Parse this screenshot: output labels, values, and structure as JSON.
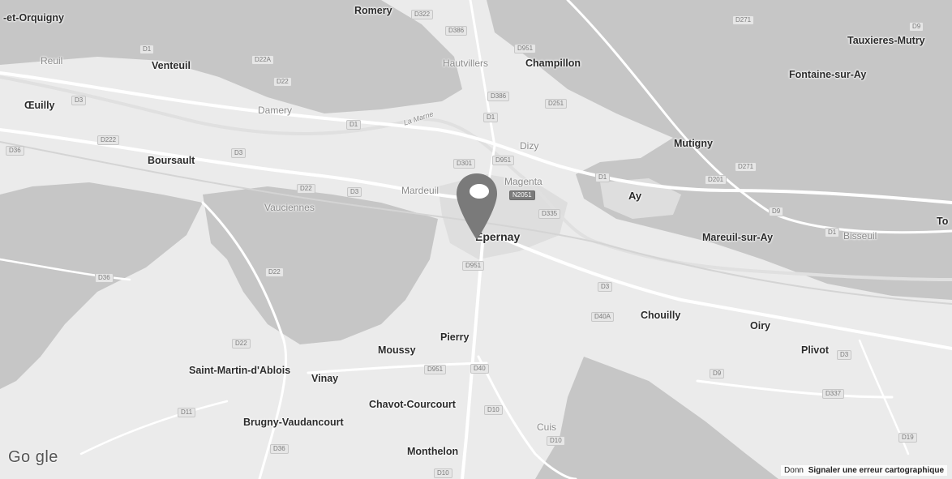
{
  "map": {
    "logo_text": "Go  gle",
    "footer_data_label": "Donn",
    "footer_report_label": "Signaler une erreur cartographique",
    "marker_location": "Epernay",
    "places": [
      {
        "id": "orquigny",
        "name": "-et-Orquigny"
      },
      {
        "id": "romery",
        "name": "Romery"
      },
      {
        "id": "tauxieres",
        "name": "Tauxieres-Mutry"
      },
      {
        "id": "reuil",
        "name": "Reuil"
      },
      {
        "id": "venteuil",
        "name": "Venteuil"
      },
      {
        "id": "hautvillers",
        "name": "Hautvillers"
      },
      {
        "id": "champillon",
        "name": "Champillon"
      },
      {
        "id": "fontaine",
        "name": "Fontaine-sur-Ay"
      },
      {
        "id": "oeuilly",
        "name": "Œuilly"
      },
      {
        "id": "damery",
        "name": "Damery"
      },
      {
        "id": "dizy",
        "name": "Dizy"
      },
      {
        "id": "mutigny",
        "name": "Mutigny"
      },
      {
        "id": "boursault",
        "name": "Boursault"
      },
      {
        "id": "magenta",
        "name": "Magenta"
      },
      {
        "id": "mardeuil",
        "name": "Mardeuil"
      },
      {
        "id": "ay",
        "name": "Ay"
      },
      {
        "id": "vauciennes",
        "name": "Vauciennes"
      },
      {
        "id": "epernay",
        "name": "Epernay"
      },
      {
        "id": "mareuil",
        "name": "Mareuil-sur-Ay"
      },
      {
        "id": "bisseuil",
        "name": "Bisseuil"
      },
      {
        "id": "to",
        "name": "To"
      },
      {
        "id": "chouilly",
        "name": "Chouilly"
      },
      {
        "id": "oiry",
        "name": "Oiry"
      },
      {
        "id": "pierry",
        "name": "Pierry"
      },
      {
        "id": "moussy",
        "name": "Moussy"
      },
      {
        "id": "plivot",
        "name": "Plivot"
      },
      {
        "id": "saintmartin",
        "name": "Saint-Martin-d'Ablois"
      },
      {
        "id": "vinay",
        "name": "Vinay"
      },
      {
        "id": "chavot",
        "name": "Chavot-Courcourt"
      },
      {
        "id": "cuis",
        "name": "Cuis"
      },
      {
        "id": "brugny",
        "name": "Brugny-Vaudancourt"
      },
      {
        "id": "monthelon",
        "name": "Monthelon"
      },
      {
        "id": "marne",
        "name": "La Marne"
      }
    ],
    "roads": [
      {
        "id": "r1",
        "ref": "D322"
      },
      {
        "id": "r2",
        "ref": "D386"
      },
      {
        "id": "r3",
        "ref": "D951"
      },
      {
        "id": "r4",
        "ref": "D271"
      },
      {
        "id": "r5",
        "ref": "D9"
      },
      {
        "id": "r6",
        "ref": "D1"
      },
      {
        "id": "r7",
        "ref": "D22A"
      },
      {
        "id": "r8",
        "ref": "D22"
      },
      {
        "id": "r9",
        "ref": "D386"
      },
      {
        "id": "r10",
        "ref": "D251"
      },
      {
        "id": "r11",
        "ref": "D3"
      },
      {
        "id": "r12",
        "ref": "D1"
      },
      {
        "id": "r13",
        "ref": "D1"
      },
      {
        "id": "r14",
        "ref": "D222"
      },
      {
        "id": "r15",
        "ref": "D36"
      },
      {
        "id": "r16",
        "ref": "D3"
      },
      {
        "id": "r17",
        "ref": "D301"
      },
      {
        "id": "r18",
        "ref": "D951"
      },
      {
        "id": "r19",
        "ref": "D271"
      },
      {
        "id": "r20",
        "ref": "D201"
      },
      {
        "id": "r21",
        "ref": "D22"
      },
      {
        "id": "r22",
        "ref": "D3"
      },
      {
        "id": "r23",
        "ref": "N2051"
      },
      {
        "id": "r24",
        "ref": "D1"
      },
      {
        "id": "r25",
        "ref": "D335"
      },
      {
        "id": "r26",
        "ref": "D9"
      },
      {
        "id": "r27",
        "ref": "D1"
      },
      {
        "id": "r28",
        "ref": "D951"
      },
      {
        "id": "r29",
        "ref": "D22"
      },
      {
        "id": "r30",
        "ref": "D36"
      },
      {
        "id": "r31",
        "ref": "D3"
      },
      {
        "id": "r32",
        "ref": "D40A"
      },
      {
        "id": "r33",
        "ref": "D22"
      },
      {
        "id": "r34",
        "ref": "D951"
      },
      {
        "id": "r35",
        "ref": "D40"
      },
      {
        "id": "r36",
        "ref": "D3"
      },
      {
        "id": "r37",
        "ref": "D9"
      },
      {
        "id": "r38",
        "ref": "D337"
      },
      {
        "id": "r39",
        "ref": "D11"
      },
      {
        "id": "r40",
        "ref": "D10"
      },
      {
        "id": "r41",
        "ref": "D10"
      },
      {
        "id": "r42",
        "ref": "D19"
      },
      {
        "id": "r43",
        "ref": "D36"
      },
      {
        "id": "r44",
        "ref": "D10"
      }
    ],
    "colors": {
      "forest": "#c6c6c6",
      "open": "#ebebeb",
      "urban": "#dedede",
      "road": "#ffffff",
      "marker": "#7a7a7a"
    }
  }
}
